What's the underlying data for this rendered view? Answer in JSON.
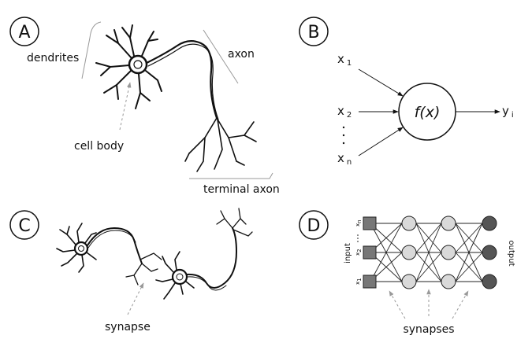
{
  "panels": {
    "a": {
      "letter": "A",
      "labels": {
        "dendrites": "dendrites",
        "axon": "axon",
        "cell_body": "cell body",
        "terminal_axon": "terminal axon"
      }
    },
    "b": {
      "letter": "B",
      "inputs": [
        {
          "base": "x",
          "sub": "1"
        },
        {
          "base": "x",
          "sub": "2"
        },
        {
          "base": "x",
          "sub": "n"
        }
      ],
      "function": "f(x)",
      "output": {
        "base": "y",
        "sub": "i"
      }
    },
    "c": {
      "letter": "C",
      "labels": {
        "synapse": "synapse"
      }
    },
    "d": {
      "letter": "D",
      "input_label": "input",
      "output_label": "output",
      "input_nodes": [
        {
          "base": "x",
          "sub": "1"
        },
        {
          "base": "x",
          "sub": "2"
        },
        {
          "base": "x",
          "sub": "n"
        }
      ],
      "synapses_label": "synapses",
      "colors": {
        "input_node": "#777777",
        "hidden_node": "#d9d9d9",
        "output_node": "#555555"
      }
    }
  }
}
